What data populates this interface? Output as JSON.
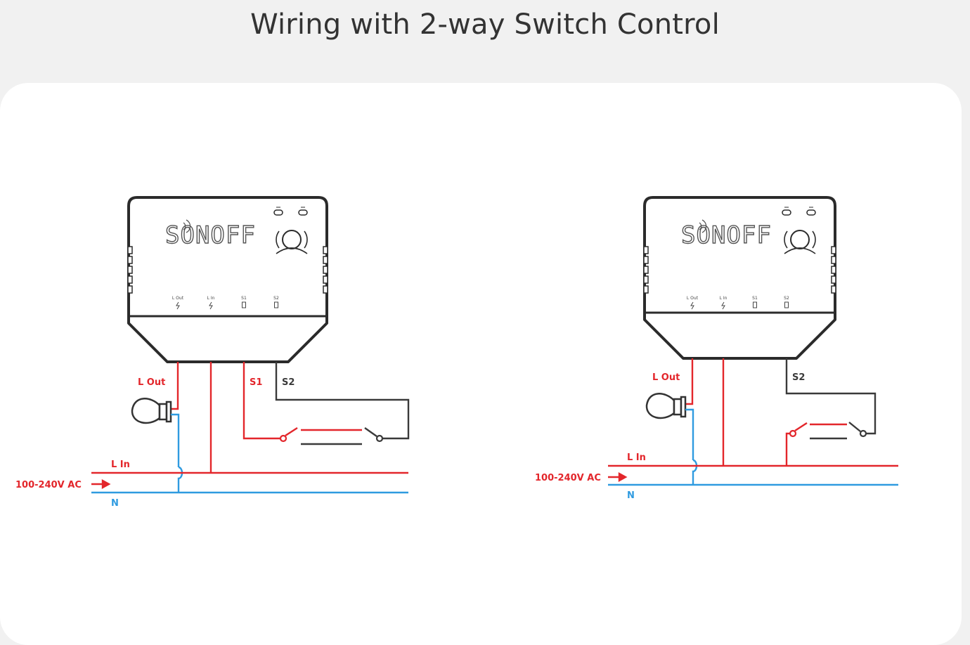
{
  "title": "Wiring with 2-way Switch Control",
  "colors": {
    "live": "#e3262b",
    "neutral": "#2f9be0",
    "switch_wire": "#3a3a3a",
    "device_outline": "#2b2b2b",
    "text": "#333333"
  },
  "diagrams": [
    {
      "brand": "SONOFF",
      "terminals": [
        "L Out",
        "L In",
        "S1",
        "S2"
      ],
      "labels": {
        "l_out": "L Out",
        "s1": "S1",
        "s2": "S2",
        "l_in": "L In",
        "n": "N",
        "supply": "100-240V AC"
      }
    },
    {
      "brand": "SONOFF",
      "terminals": [
        "L Out",
        "L In",
        "S1",
        "S2"
      ],
      "labels": {
        "l_out": "L Out",
        "s2": "S2",
        "l_in": "L In",
        "n": "N",
        "supply": "100-240V AC"
      }
    }
  ]
}
